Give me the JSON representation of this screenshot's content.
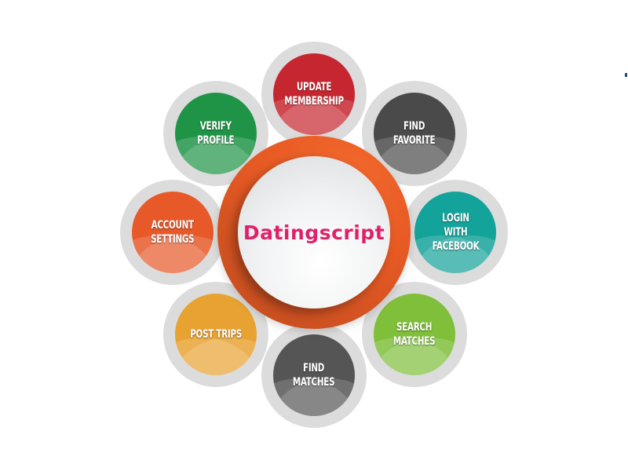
{
  "hub": {
    "title": "Datingscript",
    "title_color": "#e0206a",
    "ring_color": "#e85a24"
  },
  "features": [
    {
      "label": "UPDATE\nMEMBERSHIP",
      "color": "#c6262f",
      "icon": "none"
    },
    {
      "label": "FIND\nFAVORITE",
      "color": "#4a4a4a",
      "icon": "none"
    },
    {
      "label": "LOGIN\nWITH\nFACEBOOK",
      "color": "#14a39a",
      "icon": "none"
    },
    {
      "label": "SEARCH\nMATCHES",
      "color": "#7fbf3a",
      "icon": "none"
    },
    {
      "label": "FIND\nMATCHES",
      "color": "#555555",
      "icon": "none"
    },
    {
      "label": "POST TRIPS",
      "color": "#e8a232",
      "icon": "none"
    },
    {
      "label": "ACCOUNT\nSETTINGS",
      "color": "#e8592a",
      "icon": "none"
    },
    {
      "label": "VERIFY\nPROFILE",
      "color": "#1f9447",
      "icon": "none"
    }
  ]
}
